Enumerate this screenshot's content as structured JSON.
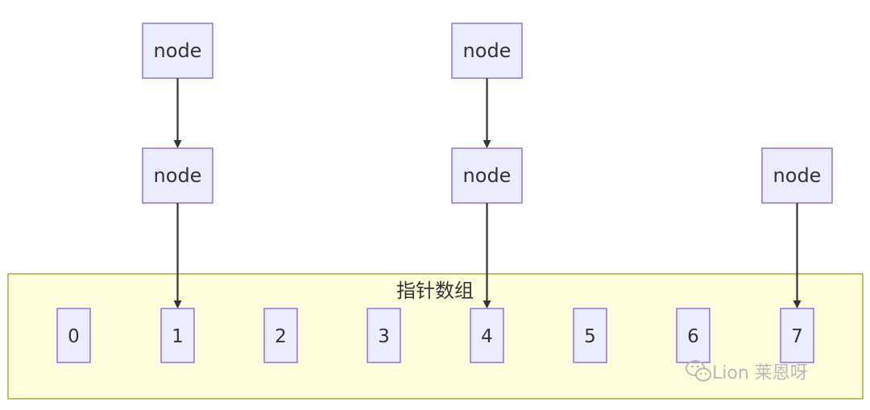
{
  "diagram": {
    "cluster_title": "指针数组",
    "slots": [
      "0",
      "1",
      "2",
      "3",
      "4",
      "5",
      "6",
      "7"
    ],
    "chains": [
      {
        "slot": 1,
        "nodes": [
          "node",
          "node"
        ]
      },
      {
        "slot": 4,
        "nodes": [
          "node",
          "node"
        ]
      },
      {
        "slot": 7,
        "nodes": [
          "node"
        ]
      }
    ]
  },
  "watermark": {
    "icon": "wechat-icon",
    "text": "Lion 莱恩呀"
  }
}
